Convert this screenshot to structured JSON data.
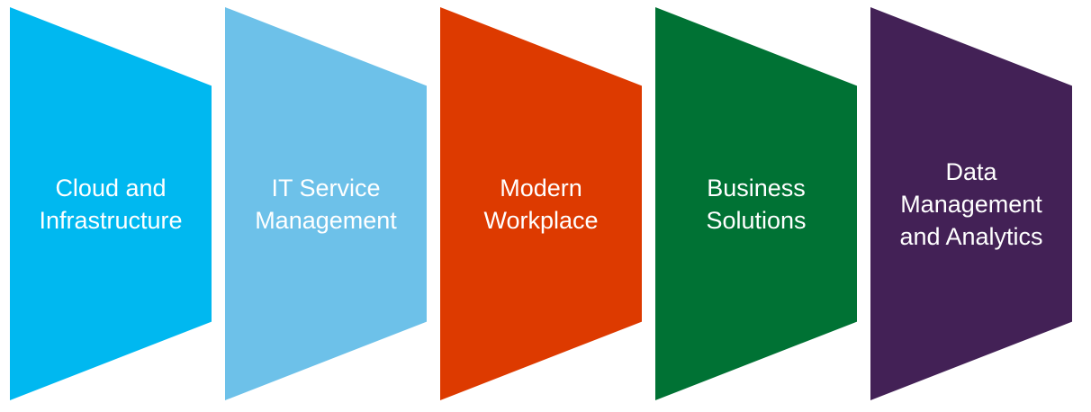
{
  "segments": [
    {
      "label": "Cloud and\nInfrastructure",
      "color": "#00b8f0"
    },
    {
      "label": "IT Service\nManagement",
      "color": "#6dc1e9"
    },
    {
      "label": "Modern\nWorkplace",
      "color": "#dd3a00"
    },
    {
      "label": "Business\nSolutions",
      "color": "#007234"
    },
    {
      "label": "Data\nManagement\nand Analytics",
      "color": "#432156"
    }
  ]
}
